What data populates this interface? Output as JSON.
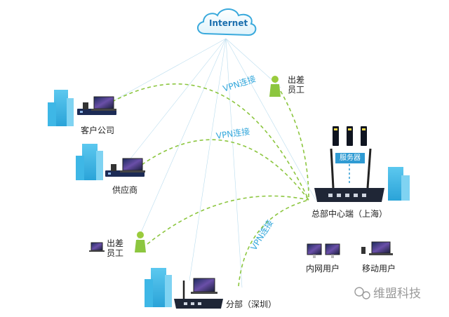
{
  "cloud": {
    "label": "Internet"
  },
  "nodes": {
    "client_company": "客户公司",
    "supplier": "供应商",
    "travel_staff_top": "出差\n员工",
    "travel_staff_left": "出差\n员工",
    "headquarters": "总部中心端（上海）",
    "branch": "分部（深圳）",
    "intranet_users": "内网用户",
    "mobile_users": "移动用户"
  },
  "server_label": "服务器",
  "vpn_label": "VPN连接",
  "watermark": "维盟科技",
  "colors": {
    "link": "#8cc63f",
    "vpn_text": "#35a8dc",
    "building": "#34b6e4",
    "server_tag": "#2f9bd3"
  },
  "icons": [
    "cloud-icon",
    "building-icon",
    "router-icon",
    "laptop-icon",
    "person-icon",
    "server-icon",
    "wechat-icon"
  ]
}
